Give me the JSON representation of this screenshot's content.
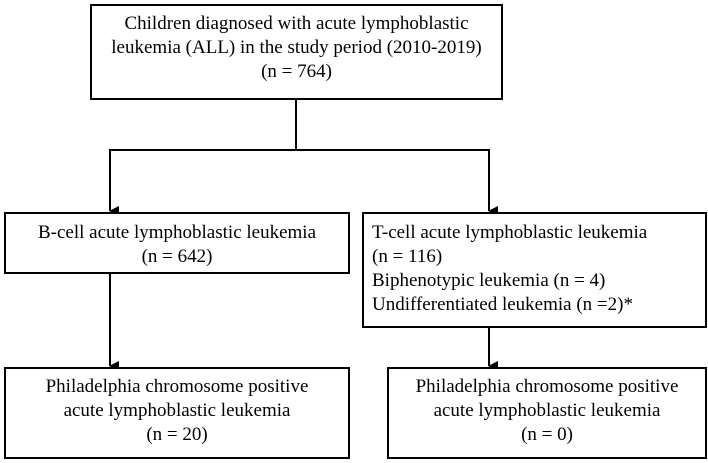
{
  "top": {
    "line1": "Children diagnosed with acute lymphoblastic",
    "line2": "leukemia (ALL) in the study period (2010-2019)",
    "count": "(n = 764)"
  },
  "b_cell": {
    "label": "B-cell acute lymphoblastic leukemia",
    "count": "(n = 642)"
  },
  "t_cell": {
    "label": "T-cell acute lymphoblastic leukemia",
    "count": "(n = 116)",
    "biphenotypic": "Biphenotypic leukemia (n = 4)",
    "undifferentiated": "Undifferentiated leukemia (n =2)*"
  },
  "ph_left": {
    "line1": "Philadelphia chromosome positive",
    "line2": "acute lymphoblastic leukemia",
    "count": "(n = 20)"
  },
  "ph_right": {
    "line1": "Philadelphia chromosome positive",
    "line2": "acute lymphoblastic leukemia",
    "count": "(n = 0)"
  }
}
